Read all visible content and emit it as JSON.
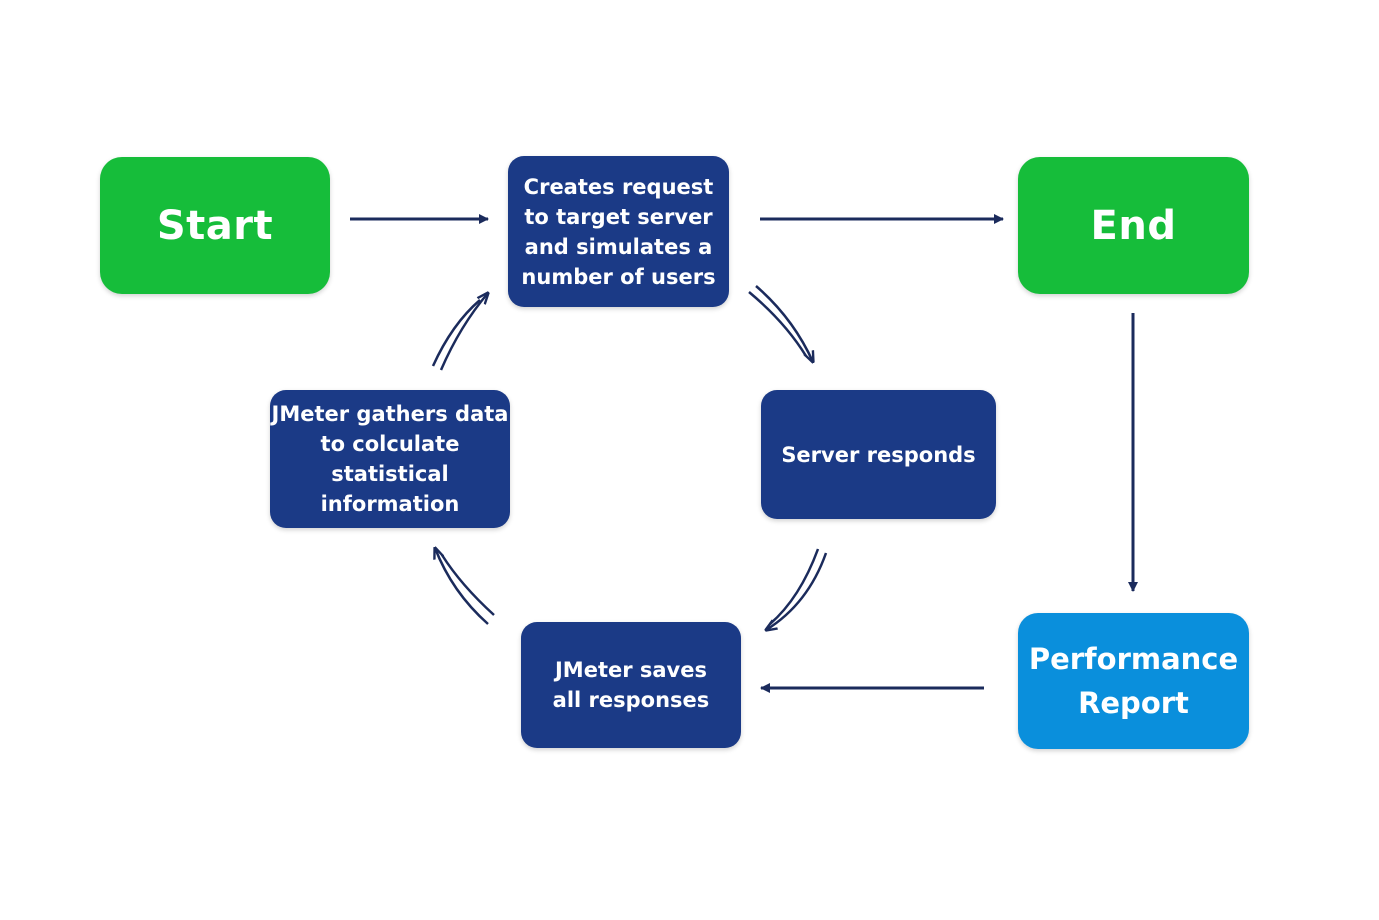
{
  "nodes": {
    "start": "Start",
    "create": "Creates request\nto target server\nand simulates a\nnumber of users",
    "end": "End",
    "respond": "Server responds",
    "saves": "JMeter saves\nall responses",
    "gathers": "JMeter gathers data\nto colculate\nstatistical\ninformation",
    "report": "Performance\nReport"
  },
  "colors": {
    "terminal": "#16bd3a",
    "process": "#1b3a86",
    "report": "#0a8fdc",
    "arrow": "#1b2b5c"
  }
}
